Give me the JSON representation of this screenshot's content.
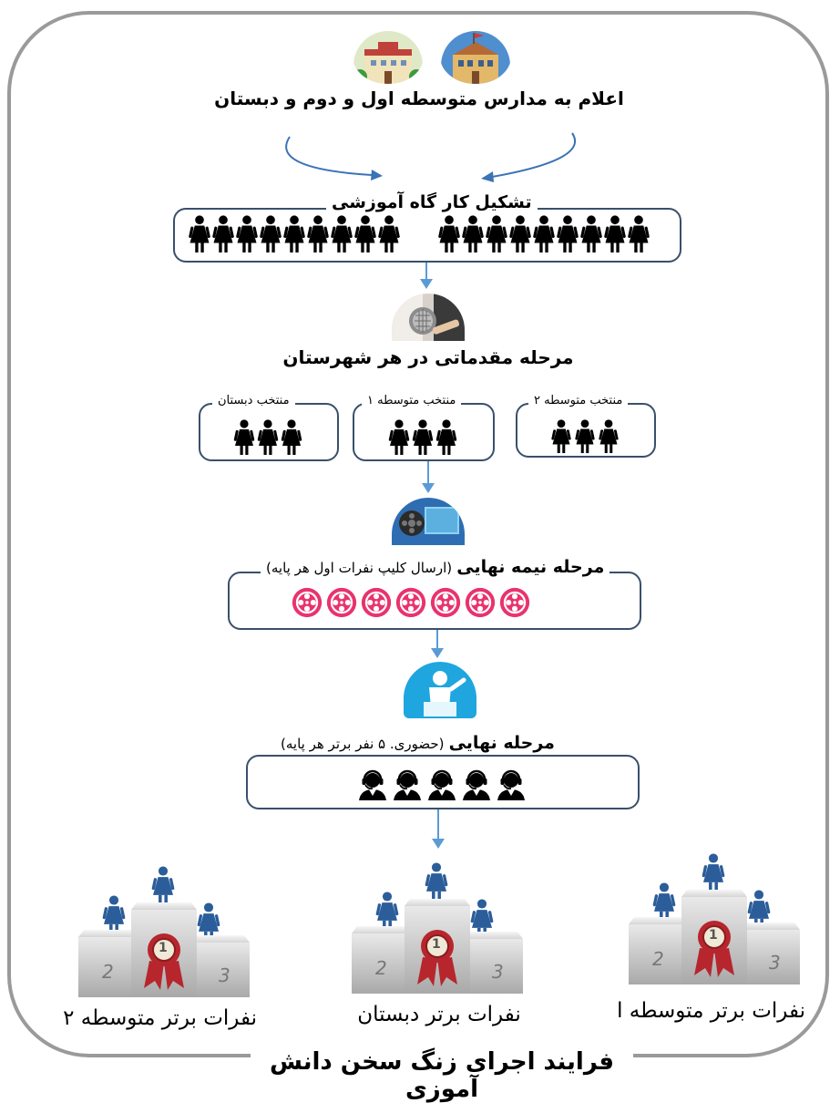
{
  "steps": {
    "announce": "اعلام به مدارس متوسطه اول و دوم و دبستان",
    "workshop": "تشکیل کار گاه آموزشی",
    "prelim": "مرحله مقدماتی در هر شهرستان",
    "semi_bold": "مرحله نیمه نهایی",
    "semi_note": "(ارسال کلیپ نفرات اول هر پایه)",
    "final_bold": "مرحله نهایی",
    "final_note": "(حضوری. ۵ نفر برتر هر پایه)"
  },
  "selections": {
    "s2": "منتخب متوسطه ۲",
    "s1": "منتخب متوسطه ۱",
    "elem": "منتخب دبستان"
  },
  "winners": {
    "s1": "نفرات برتر متوسطه ا",
    "elem": "نفرات برتر دبستان",
    "s2": "نفرات برتر متوسطه ۲"
  },
  "podium_numbers": [
    "1",
    "2",
    "3"
  ],
  "caption": "فرایند اجرای زنگ سخن دانش آموزی",
  "icons": [
    "school-icon",
    "microphone-icon",
    "film-reel-icon",
    "speaker-icon",
    "person-icon",
    "headset-icon",
    "medal-icon"
  ],
  "colors": {
    "arrow": "#5b9bd5",
    "box_border": "#3a4f6b",
    "reel": "#e8336e",
    "winner_blue": "#2b5d9a",
    "frame": "#9a9a9a"
  }
}
